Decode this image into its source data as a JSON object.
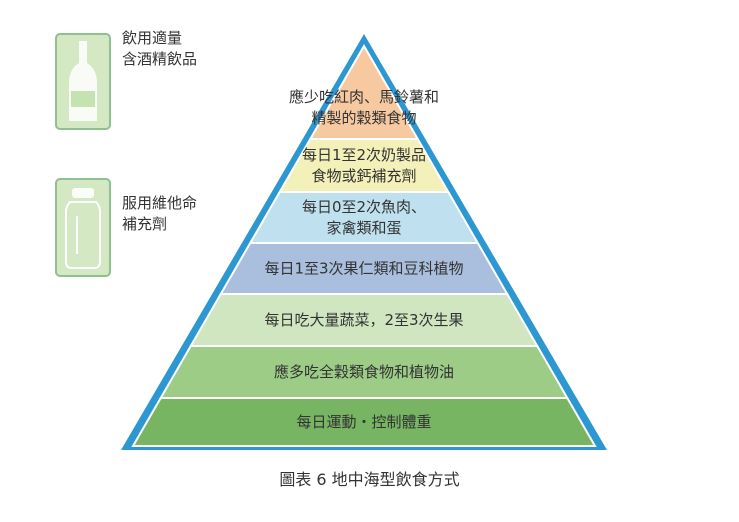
{
  "sidebar": {
    "items": [
      {
        "line1": "飲用適量",
        "line2": "含酒精飲品",
        "icon": "wine-bottle-icon"
      },
      {
        "line1": "服用維他命",
        "line2": "補充劑",
        "icon": "vitamin-bottle-icon"
      }
    ]
  },
  "pyramid": {
    "tiers": [
      {
        "lines": [
          "應少吃紅肉、馬鈴薯和",
          "精製的穀類食物"
        ],
        "color": "#f6c9a0"
      },
      {
        "lines": [
          "每日1至2次奶製品",
          "食物或鈣補充劑"
        ],
        "color": "#f3f0b9"
      },
      {
        "lines": [
          "每日0至2次魚肉、",
          "家禽類和蛋"
        ],
        "color": "#bfe0ee"
      },
      {
        "lines": [
          "每日1至3次果仁類和豆科植物"
        ],
        "color": "#a9bfdd"
      },
      {
        "lines": [
          "每日吃大量蔬菜，2至3次生果"
        ],
        "color": "#cfe6c1"
      },
      {
        "lines": [
          "應多吃全穀類食物和植物油"
        ],
        "color": "#9ccc85"
      },
      {
        "lines": [
          "每日運動・控制體重"
        ],
        "color": "#77b563"
      }
    ],
    "outline_color": "#2d97d1",
    "divider_color": "#ffffff"
  },
  "caption": "圖表 6  地中海型飲食方式"
}
